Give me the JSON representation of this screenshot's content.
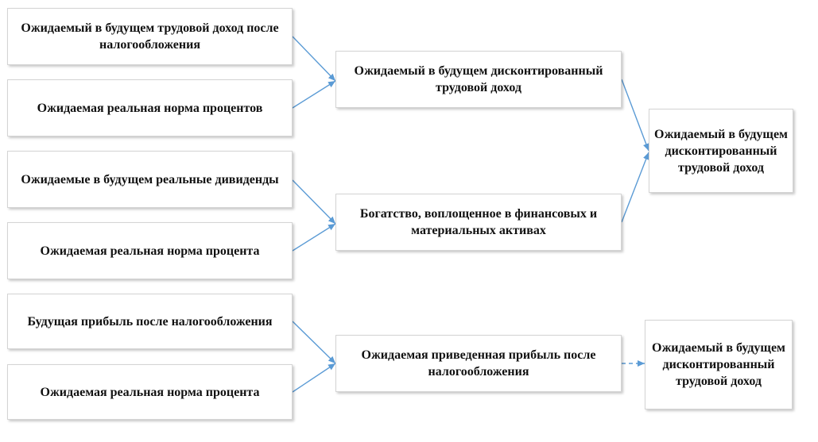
{
  "colors": {
    "arrow": "#5b9bd5",
    "box_border": "#d4d4d4",
    "text": "#111111"
  },
  "boxes": {
    "b1": "Ожидаемый в будущем трудовой доход после налогообложения",
    "b2": "Ожидаемая реальная норма процентов",
    "b3": "Ожидаемые в будущем реальные дивиденды",
    "b4": "Ожидаемая реальная норма процента",
    "b5": "Будущая прибыль после налогообложения",
    "b6": "Ожидаемая реальная норма процента",
    "m1": "Ожидаемый в будущем дисконтированный трудовой доход",
    "m2": "Богатство, воплощенное в финансовых и материальных активах",
    "m3": "Ожидаемая приведенная прибыль после налогообложения",
    "r1": "Ожидаемый в будущем дисконтированный трудовой доход",
    "r2": "Ожидаемый в будущем дисконтированный трудовой доход"
  },
  "arrows": [
    {
      "from": "b1",
      "to": "m1",
      "style": "solid"
    },
    {
      "from": "b2",
      "to": "m1",
      "style": "solid"
    },
    {
      "from": "b3",
      "to": "m2",
      "style": "solid"
    },
    {
      "from": "b4",
      "to": "m2",
      "style": "solid"
    },
    {
      "from": "b5",
      "to": "m3",
      "style": "solid"
    },
    {
      "from": "b6",
      "to": "m3",
      "style": "solid"
    },
    {
      "from": "m1",
      "to": "r1",
      "style": "solid"
    },
    {
      "from": "m2",
      "to": "r1",
      "style": "solid"
    },
    {
      "from": "m3",
      "to": "r2",
      "style": "dashed"
    }
  ]
}
